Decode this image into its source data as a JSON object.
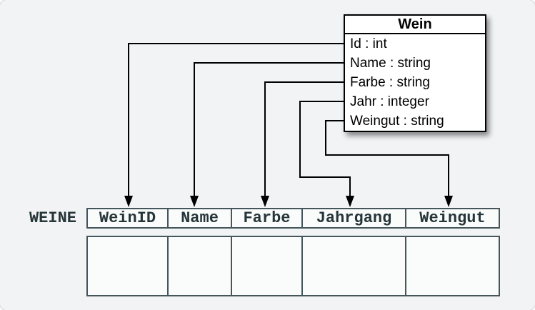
{
  "class_box": {
    "title": "Wein",
    "attributes": [
      "Id : int",
      "Name : string",
      "Farbe : string",
      "Jahr : integer",
      "Weingut : string"
    ]
  },
  "table": {
    "name": "WEINE",
    "columns": [
      "WeinID",
      "Name",
      "Farbe",
      "Jahrgang",
      "Weingut"
    ],
    "empty_row_count": 1
  },
  "mappings": [
    {
      "from": "Id",
      "to": "WeinID"
    },
    {
      "from": "Name",
      "to": "Name"
    },
    {
      "from": "Farbe",
      "to": "Farbe"
    },
    {
      "from": "Jahr",
      "to": "Jahrgang"
    },
    {
      "from": "Weingut",
      "to": "Weingut"
    }
  ],
  "colors": {
    "connector": "#000000",
    "box_border": "#000000",
    "box_background": "#ffffff",
    "table_border": "#44555b",
    "table_text": "#263539",
    "page_background": "#f1f3f4",
    "cell_background": "#fafbfb"
  }
}
